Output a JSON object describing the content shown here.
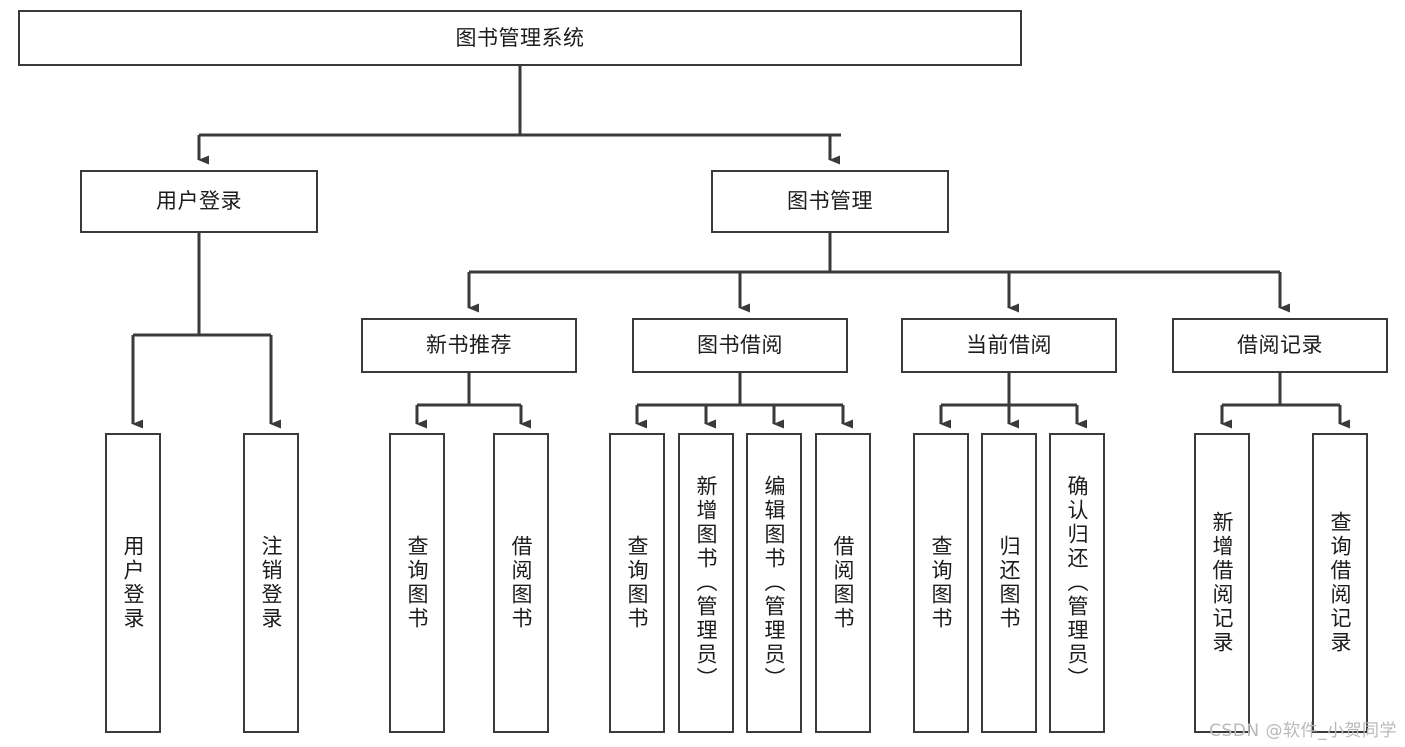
{
  "diagram": {
    "type": "tree-hierarchy-flowchart",
    "title": "图书管理系统",
    "colors": {
      "box_border": "#3a3a3a",
      "box_fill": "#ffffff",
      "connector": "#3a3a3a",
      "text": "#1c1c1c",
      "watermark": "#b9b9b9",
      "background": "#ffffff"
    },
    "nodes": {
      "root": {
        "label": "图书管理系统",
        "level": 1,
        "orientation": "horizontal"
      },
      "user_login": {
        "label": "用户登录",
        "level": 2,
        "orientation": "horizontal"
      },
      "book_manage": {
        "label": "图书管理",
        "level": 2,
        "orientation": "horizontal"
      },
      "new_book_rec": {
        "label": "新书推荐",
        "level": 3,
        "orientation": "horizontal"
      },
      "book_borrow": {
        "label": "图书借阅",
        "level": 3,
        "orientation": "horizontal"
      },
      "current_borrow": {
        "label": "当前借阅",
        "level": 3,
        "orientation": "horizontal"
      },
      "borrow_record": {
        "label": "借阅记录",
        "level": 3,
        "orientation": "horizontal"
      },
      "leaf_user_login": {
        "label": "用户登录",
        "level": 4,
        "orientation": "vertical"
      },
      "leaf_logout": {
        "label": "注销登录",
        "level": 4,
        "orientation": "vertical"
      },
      "leaf_query_book_1": {
        "label": "查询图书",
        "level": 4,
        "orientation": "vertical"
      },
      "leaf_borrow_book_1": {
        "label": "借阅图书",
        "level": 4,
        "orientation": "vertical"
      },
      "leaf_query_book_2": {
        "label": "查询图书",
        "level": 4,
        "orientation": "vertical"
      },
      "leaf_add_book": {
        "label": "新增图书（管理员）",
        "level": 4,
        "orientation": "vertical"
      },
      "leaf_edit_book": {
        "label": "编辑图书（管理员）",
        "level": 4,
        "orientation": "vertical"
      },
      "leaf_borrow_book_2": {
        "label": "借阅图书",
        "level": 4,
        "orientation": "vertical"
      },
      "leaf_query_book_3": {
        "label": "查询图书",
        "level": 4,
        "orientation": "vertical"
      },
      "leaf_return_book": {
        "label": "归还图书",
        "level": 4,
        "orientation": "vertical"
      },
      "leaf_confirm_return": {
        "label": "确认归还（管理员）",
        "level": 4,
        "orientation": "vertical"
      },
      "leaf_add_record": {
        "label": "新增借阅记录",
        "level": 4,
        "orientation": "vertical"
      },
      "leaf_query_record": {
        "label": "查询借阅记录",
        "level": 4,
        "orientation": "vertical"
      }
    },
    "edges": [
      {
        "from": "root",
        "to": "user_login"
      },
      {
        "from": "root",
        "to": "book_manage"
      },
      {
        "from": "user_login",
        "to": "leaf_user_login"
      },
      {
        "from": "user_login",
        "to": "leaf_logout"
      },
      {
        "from": "book_manage",
        "to": "new_book_rec"
      },
      {
        "from": "book_manage",
        "to": "book_borrow"
      },
      {
        "from": "book_manage",
        "to": "current_borrow"
      },
      {
        "from": "book_manage",
        "to": "borrow_record"
      },
      {
        "from": "new_book_rec",
        "to": "leaf_query_book_1"
      },
      {
        "from": "new_book_rec",
        "to": "leaf_borrow_book_1"
      },
      {
        "from": "book_borrow",
        "to": "leaf_query_book_2"
      },
      {
        "from": "book_borrow",
        "to": "leaf_add_book"
      },
      {
        "from": "book_borrow",
        "to": "leaf_edit_book"
      },
      {
        "from": "book_borrow",
        "to": "leaf_borrow_book_2"
      },
      {
        "from": "current_borrow",
        "to": "leaf_query_book_3"
      },
      {
        "from": "current_borrow",
        "to": "leaf_return_book"
      },
      {
        "from": "current_borrow",
        "to": "leaf_confirm_return"
      },
      {
        "from": "borrow_record",
        "to": "leaf_add_record"
      },
      {
        "from": "borrow_record",
        "to": "leaf_query_record"
      }
    ]
  },
  "watermark": {
    "text": "CSDN @软件_小贺同学"
  }
}
